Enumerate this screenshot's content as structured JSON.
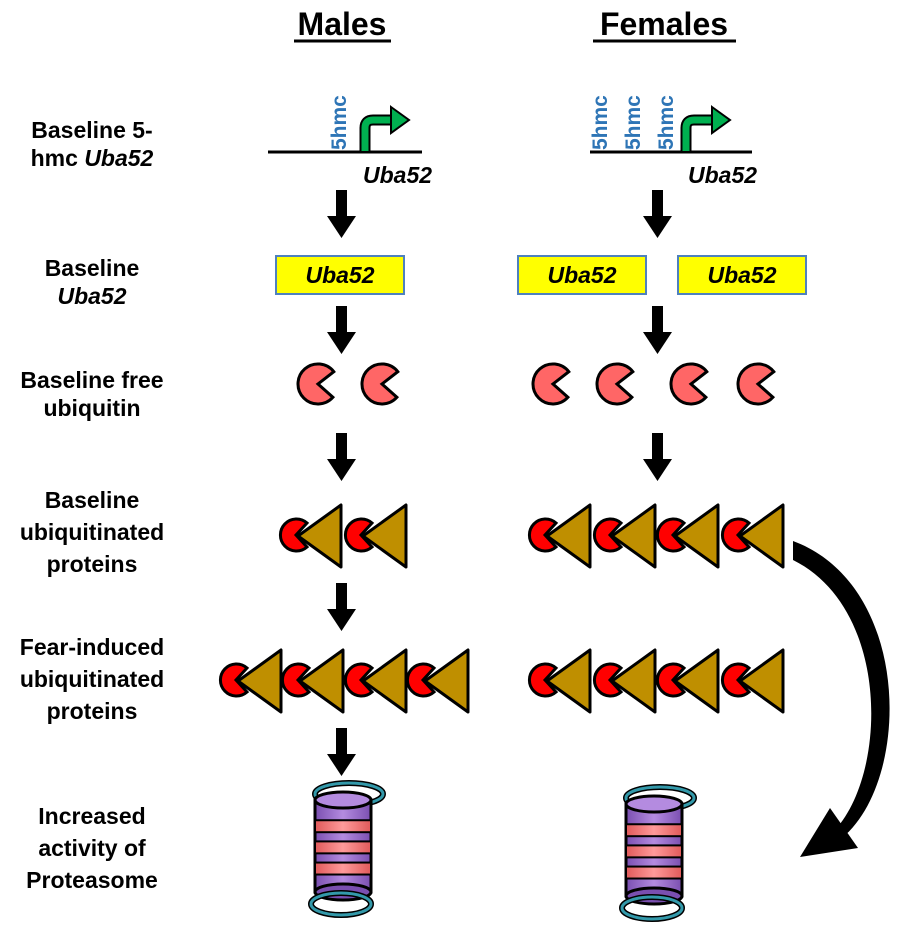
{
  "headers": {
    "males": "Males",
    "females": "Females"
  },
  "rows": {
    "r1": [
      "Baseline 5-",
      "hmc"
    ],
    "r1_gene": "Uba52",
    "r2": [
      "Baseline",
      "Uba52"
    ],
    "r3": [
      "Baseline free",
      "ubiquitin"
    ],
    "r4": [
      "Baseline",
      "ubiquitinated",
      "proteins"
    ],
    "r5": [
      "Fear-induced",
      "ubiquitinated",
      "proteins"
    ],
    "r6": [
      "Increased",
      "activity of",
      "Proteasome"
    ]
  },
  "gene_label": "Uba52",
  "mark_label": "5hmc",
  "colors": {
    "gene_box_fill": "#ffff00",
    "gene_box_border": "#4f81bd",
    "mark_text": "#2e75b6",
    "tss_arrow": "#00b050",
    "ubiquitin_free": "#ff6666",
    "ubiquitin_bound": "#ff0000",
    "protein": "#bf8f00",
    "proteasome_core": "#9966cc",
    "proteasome_band": "#ff8080",
    "proteasome_ring": "#3399aa"
  }
}
